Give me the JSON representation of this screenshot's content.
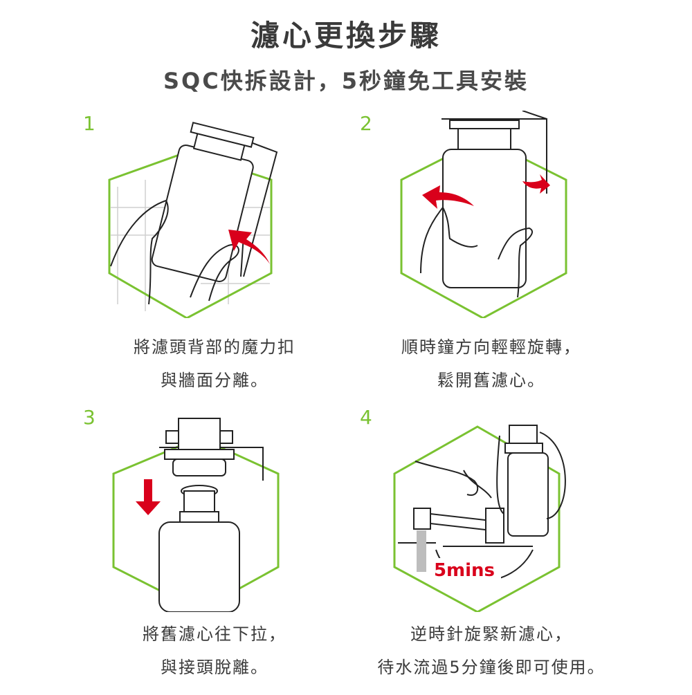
{
  "header": {
    "title": "濾心更換步驟",
    "subtitle": "SQC快拆設計，5秒鐘免工具安裝"
  },
  "colors": {
    "accent_green": "#7ac231",
    "arrow_red": "#d9001b",
    "text": "#3a3a3a"
  },
  "steps": [
    {
      "number": "1",
      "line1": "將濾頭背部的魔力扣",
      "line2": "與牆面分離。"
    },
    {
      "number": "2",
      "line1": "順時鐘方向輕輕旋轉，",
      "line2": "鬆開舊濾心。"
    },
    {
      "number": "3",
      "line1": "將舊濾心往下拉，",
      "line2": "與接頭脫離。"
    },
    {
      "number": "4",
      "line1": "逆時針旋緊新濾心，",
      "line2": "待水流過5分鐘後即可使用。",
      "badge": "5mins"
    }
  ]
}
